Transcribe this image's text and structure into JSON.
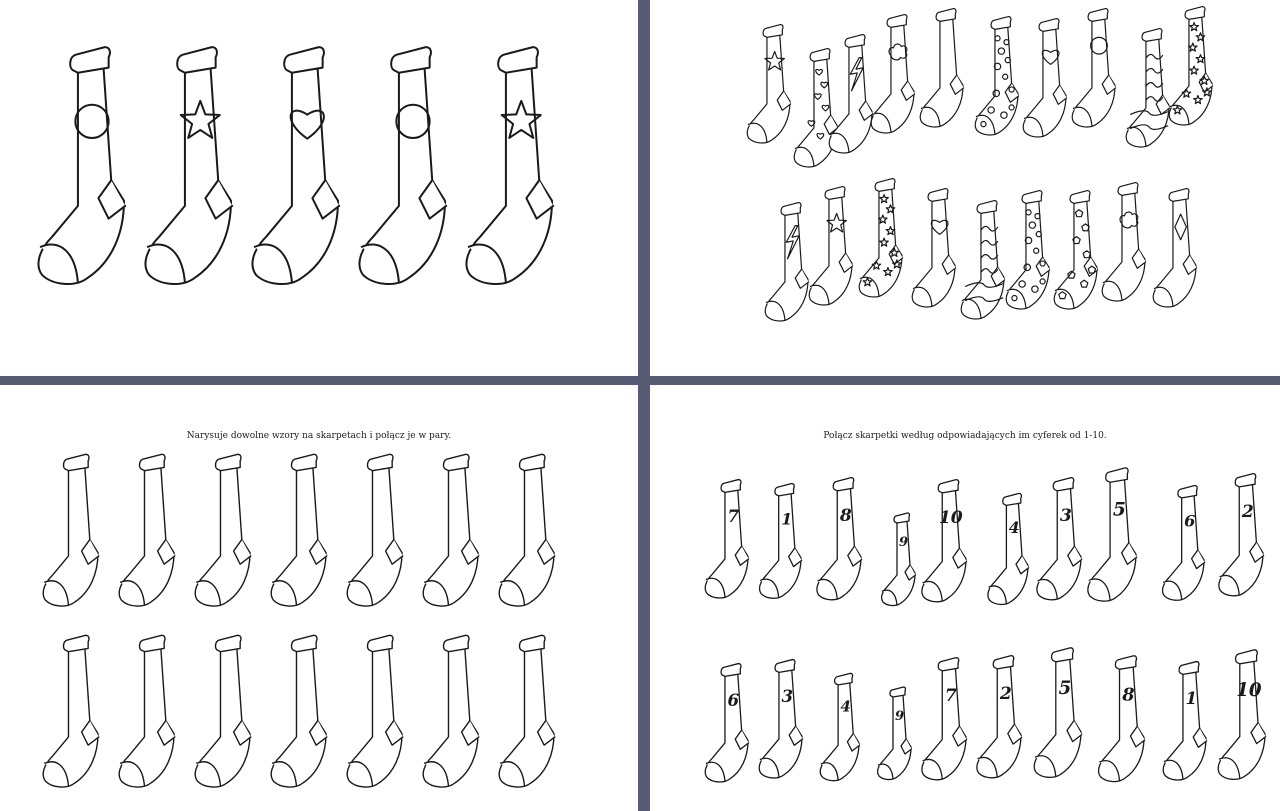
{
  "worksheets": [
    {
      "name": "pattern-row",
      "caption": "",
      "rows": [
        [
          "circle",
          "star",
          "heart",
          "circle",
          "star"
        ]
      ]
    },
    {
      "name": "find-pairs",
      "caption": "",
      "rows": [
        [
          "star",
          "hearts",
          "zigzag",
          "cloud",
          "plain",
          "dots",
          "heart",
          "circle",
          "waves",
          "stars"
        ],
        [
          "zigzag",
          "star",
          "stars",
          "heart",
          "waves",
          "dots",
          "pentagons",
          "cloud",
          "diamond"
        ]
      ]
    },
    {
      "name": "draw-patterns",
      "caption": "Narysuje dowolne wzory na skarpetach i połącz je w pary.",
      "rows": [
        [
          "plain",
          "plain",
          "plain",
          "plain",
          "plain",
          "plain",
          "plain"
        ],
        [
          "plain",
          "plain",
          "plain",
          "plain",
          "plain",
          "plain",
          "plain"
        ]
      ]
    },
    {
      "name": "match-numbers",
      "caption": "Połącz skarpetki według odpowiadających im cyferek od 1-10.",
      "rows": [
        [
          "7",
          "1",
          "8",
          "9",
          "10",
          "4",
          "3",
          "5",
          "6",
          "2"
        ],
        [
          "6",
          "3",
          "4",
          "9",
          "7",
          "2",
          "5",
          "8",
          "1",
          "10"
        ]
      ]
    }
  ],
  "colors": {
    "frame": "#575b73",
    "paper": "#ffffff",
    "ink": "#1a1a1a"
  }
}
